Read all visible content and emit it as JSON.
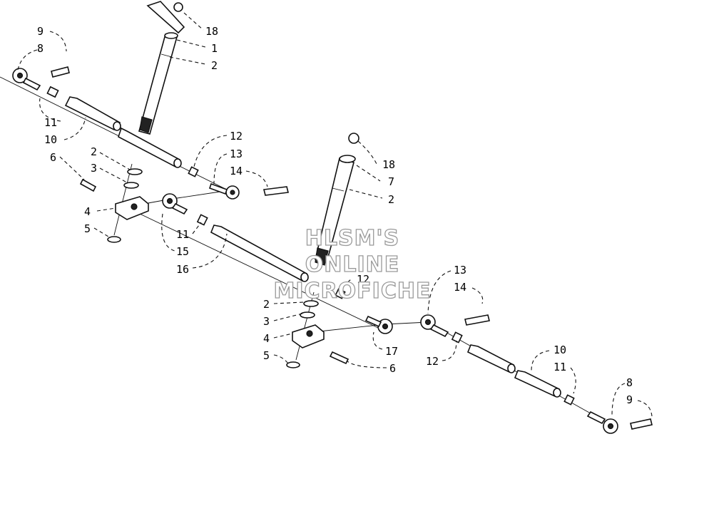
{
  "watermark": {
    "line1": "HLSM'S",
    "line2": "ONLINE",
    "line3": "MICROFICHE"
  },
  "callouts": {
    "c9a": "9",
    "c8a": "8",
    "c18a": "18",
    "c1": "1",
    "c2a": "2",
    "c11a": "11",
    "c10a": "10",
    "c12a": "12",
    "c13a": "13",
    "c14a": "14",
    "c6a": "6",
    "c2b": "2",
    "c3a": "3",
    "c4a": "4",
    "c5a": "5",
    "c11b": "11",
    "c15": "15",
    "c16": "16",
    "c18b": "18",
    "c7": "7",
    "c2c": "2",
    "c12b": "12",
    "c13b": "13",
    "c14b": "14",
    "c2d": "2",
    "c3b": "3",
    "c4b": "4",
    "c5b": "5",
    "c17": "17",
    "c6b": "6",
    "c12c": "12",
    "c10b": "10",
    "c11c": "11",
    "c8b": "8",
    "c9b": "9"
  }
}
